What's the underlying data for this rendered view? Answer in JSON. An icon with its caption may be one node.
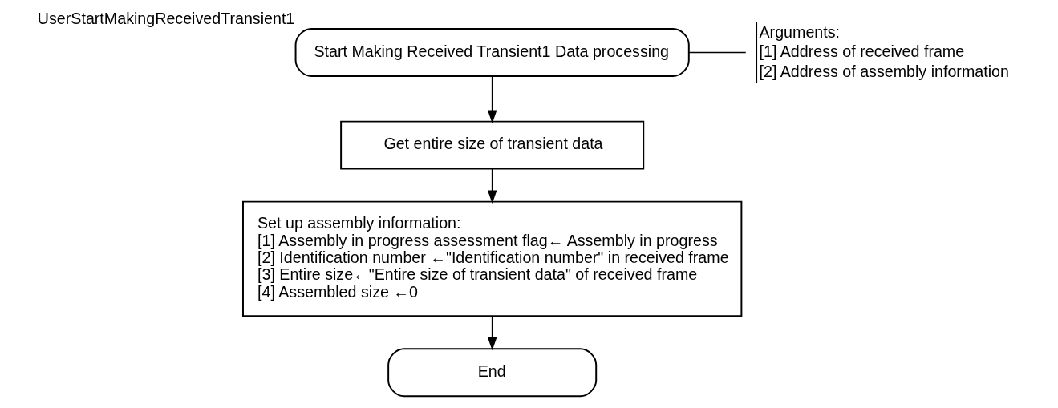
{
  "diagram": {
    "nodes": [
      {
        "text": [
          "Start Making Received Transient1 Data processing"
        ],
        "beside": [
          "UserStartMakingReceivedTransient1"
        ]
      },
      {
        "text": [
          "Arguments:",
          "[1] Address of received frame",
          "[2] Address of assembly information"
        ]
      },
      {
        "text": [
          "Get entire size of transient data"
        ]
      },
      {
        "text": [
          "Set up assembly information:",
          "[1] Assembly in progress assessment flag← Assembly in progress",
          "[2] Identification number ←\"Identification number\" in received frame",
          "[3] Entire size←\"Entire size of transient data\" of received frame",
          "[4] Assembled size ←0"
        ]
      },
      {
        "text": [
          "End"
        ]
      }
    ],
    "edges": [
      {
        "from": 0,
        "to": 1,
        "arrow": "none"
      },
      {
        "from": 0,
        "to": 2,
        "arrow": "to"
      },
      {
        "from": 2,
        "to": 3,
        "arrow": "to"
      },
      {
        "from": 3,
        "to": 4,
        "arrow": "to"
      }
    ]
  }
}
